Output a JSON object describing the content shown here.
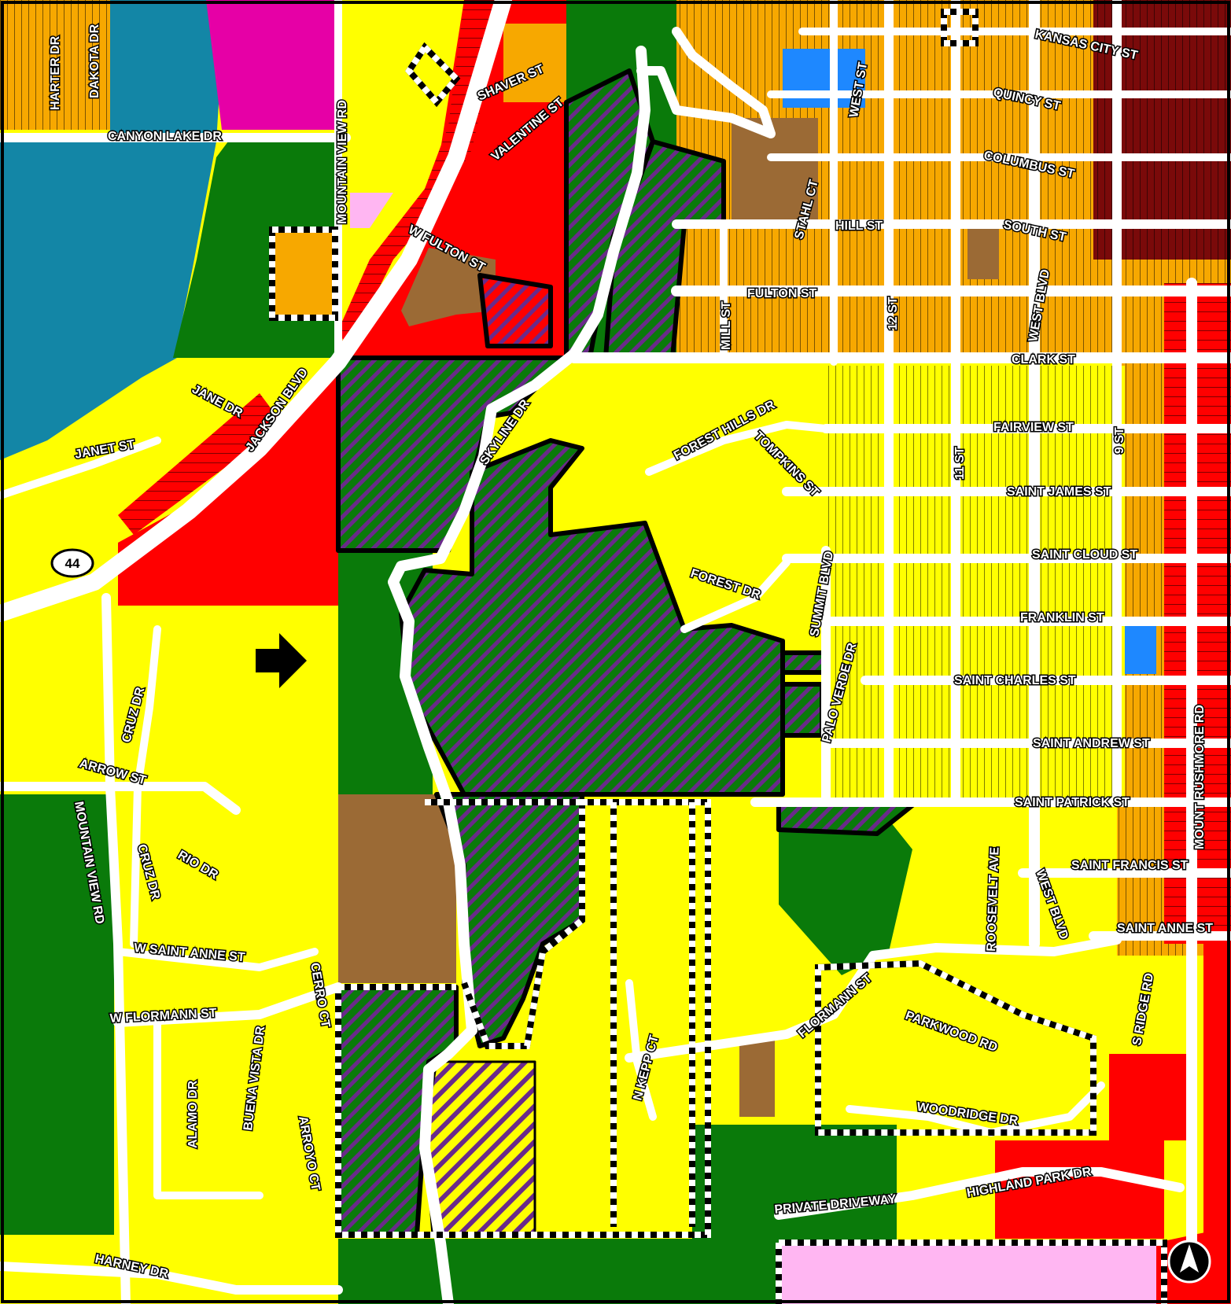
{
  "map": {
    "highway_shield": "44",
    "north_arrow_icon": "north-arrow-icon",
    "pointer_icon": "right-arrow-icon",
    "streets": [
      {
        "id": "harter",
        "label": "HARTER DR"
      },
      {
        "id": "dakota",
        "label": "DAKOTA DR"
      },
      {
        "id": "canyon-lake",
        "label": "CANYON LAKE DR"
      },
      {
        "id": "mountain-view-n",
        "label": "MOUNTAIN VIEW RD"
      },
      {
        "id": "shaver",
        "label": "SHAVER ST"
      },
      {
        "id": "valentine",
        "label": "VALENTINE ST"
      },
      {
        "id": "w-fulton",
        "label": "W FULTON ST"
      },
      {
        "id": "jane",
        "label": "JANE DR"
      },
      {
        "id": "jackson",
        "label": "JACKSON BLVD"
      },
      {
        "id": "janet",
        "label": "JANET ST"
      },
      {
        "id": "skyline",
        "label": "SKYLINE DR"
      },
      {
        "id": "kansas-city",
        "label": "KANSAS CITY ST"
      },
      {
        "id": "quincy",
        "label": "QUINCY ST"
      },
      {
        "id": "west-st",
        "label": "WEST ST"
      },
      {
        "id": "columbus",
        "label": "COLUMBUS ST"
      },
      {
        "id": "stahl",
        "label": "STAHL CT"
      },
      {
        "id": "hill",
        "label": "HILL ST"
      },
      {
        "id": "south",
        "label": "SOUTH ST"
      },
      {
        "id": "west-blvd-n",
        "label": "WEST BLVD"
      },
      {
        "id": "fulton",
        "label": "FULTON ST"
      },
      {
        "id": "mill",
        "label": "MILL ST"
      },
      {
        "id": "12th",
        "label": "12 ST"
      },
      {
        "id": "clark",
        "label": "CLARK ST"
      },
      {
        "id": "forest-hills",
        "label": "FOREST HILLS DR"
      },
      {
        "id": "tompkins",
        "label": "TOMPKINS ST"
      },
      {
        "id": "fairview",
        "label": "FAIRVIEW ST"
      },
      {
        "id": "11th",
        "label": "11 ST"
      },
      {
        "id": "9th",
        "label": "9 ST"
      },
      {
        "id": "saint-james",
        "label": "SAINT JAMES ST"
      },
      {
        "id": "saint-cloud",
        "label": "SAINT CLOUD ST"
      },
      {
        "id": "summit",
        "label": "SUMMIT BLVD"
      },
      {
        "id": "forest",
        "label": "FOREST DR"
      },
      {
        "id": "franklin",
        "label": "FRANKLIN ST"
      },
      {
        "id": "palo-verde",
        "label": "PALO VERDE DR"
      },
      {
        "id": "saint-charles",
        "label": "SAINT CHARLES ST"
      },
      {
        "id": "saint-andrew",
        "label": "SAINT ANDREW ST"
      },
      {
        "id": "mount-rushmore",
        "label": "MOUNT RUSHMORE RD"
      },
      {
        "id": "cruz-n",
        "label": "CRUZ DR"
      },
      {
        "id": "arrow",
        "label": "ARROW ST"
      },
      {
        "id": "saint-patrick",
        "label": "SAINT PATRICK ST"
      },
      {
        "id": "mountain-view-s",
        "label": "MOUNTAIN VIEW RD"
      },
      {
        "id": "rio",
        "label": "RIO DR"
      },
      {
        "id": "cruz-s",
        "label": "CRUZ DR"
      },
      {
        "id": "roosevelt",
        "label": "ROOSEVELT AVE"
      },
      {
        "id": "west-blvd-s",
        "label": "WEST BLVD"
      },
      {
        "id": "saint-francis",
        "label": "SAINT FRANCIS ST"
      },
      {
        "id": "saint-anne",
        "label": "SAINT ANNE ST"
      },
      {
        "id": "w-saint-anne",
        "label": "W SAINT ANNE ST"
      },
      {
        "id": "cerro",
        "label": "CERRO CT"
      },
      {
        "id": "w-flormann",
        "label": "W FLORMANN ST"
      },
      {
        "id": "buena-vista",
        "label": "BUENA VISTA DR"
      },
      {
        "id": "alamo",
        "label": "ALAMO DR"
      },
      {
        "id": "arroyo",
        "label": "ARROYO CT"
      },
      {
        "id": "flormann",
        "label": "FLORMANN ST"
      },
      {
        "id": "parkwood",
        "label": "PARKWOOD RD"
      },
      {
        "id": "s-ridge",
        "label": "S RIDGE RD"
      },
      {
        "id": "n-kepp",
        "label": "N KEPP CT"
      },
      {
        "id": "woodridge",
        "label": "WOODRIDGE DR"
      },
      {
        "id": "private-driveway",
        "label": "PRIVATE DRIVEWAY"
      },
      {
        "id": "highland-park",
        "label": "HIGHLAND PARK DR"
      },
      {
        "id": "harney",
        "label": "HARNEY DR"
      }
    ]
  },
  "colors": {
    "low_density_residential": "#ffff00",
    "medium_density_residential": "#f7a800",
    "high_density_residential": "#7a0a0a",
    "commercial": "#ff0000",
    "park_forest": "#0a7a0a",
    "public": "#9b6a35",
    "water": "#1386a6",
    "industrial": "#e600a6",
    "office": "#ffb6f2",
    "institutional_blue": "#1e88ff",
    "subject_hatch": "#6a2a8a",
    "road": "#ffffff",
    "outline": "#000000"
  }
}
